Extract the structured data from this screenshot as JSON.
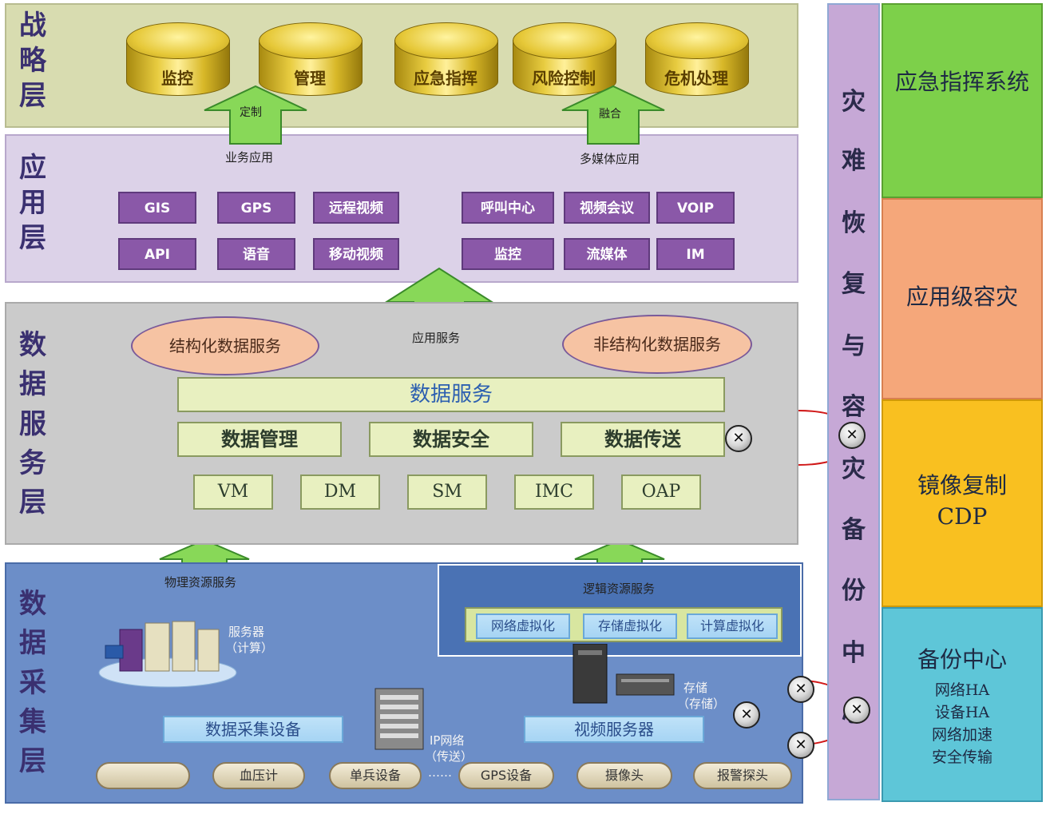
{
  "strategy_layer": {
    "title": "战略层",
    "items": [
      "监控",
      "管理",
      "应急指挥",
      "风险控制",
      "危机处理"
    ],
    "arrow_left": "定制",
    "arrow_right": "融合"
  },
  "application_layer": {
    "title": "应用层",
    "label_business": "业务应用",
    "label_multimedia": "多媒体应用",
    "row1": [
      "GIS",
      "GPS",
      "远程视频",
      "呼叫中心",
      "视频会议",
      "VOIP"
    ],
    "row2": [
      "API",
      "语音",
      "移动视频",
      "监控",
      "流媒体",
      "IM"
    ],
    "arrow_label": "应用服务"
  },
  "data_service_layer": {
    "title": "数据服务层",
    "structured": "结构化数据服务",
    "unstructured": "非结构化数据服务",
    "data_service": "数据服务",
    "mid": [
      "数据管理",
      "数据安全",
      "数据传送"
    ],
    "bottom": [
      "VM",
      "DM",
      "SM",
      "IMC",
      "OAP"
    ]
  },
  "collection_layer": {
    "title": "数据采集层",
    "physical_label": "物理资源服务",
    "logical_label": "逻辑资源服务",
    "virtualization": [
      "网络虚拟化",
      "存储虚拟化",
      "计算虚拟化"
    ],
    "server_label": "服务器",
    "server_sub": "（计算）",
    "storage_label": "存储",
    "storage_sub": "（存储）",
    "ip_label": "IP网络",
    "ip_sub": "（传送）",
    "collect_device": "数据采集设备",
    "video_server": "视频服务器",
    "devices": [
      "血压计",
      "单兵设备",
      "GPS设备",
      "摄像头",
      "报警探头"
    ],
    "ellipsis": "……"
  },
  "disaster_column": {
    "chars": [
      "灾",
      "难",
      "恢",
      "复",
      "与",
      "容",
      "灾",
      "备",
      "份",
      "中",
      "心"
    ]
  },
  "right_panel": {
    "emergency": "应急指挥系统",
    "app_dr": "应用级容灾",
    "mirror": "镜像复制",
    "cdp": "CDP",
    "backup_title": "备份中心",
    "backup_items": [
      "网络HA",
      "设备HA",
      "网络加速",
      "安全传输"
    ]
  },
  "colors": {
    "strategy_bg": "#d8dcb0",
    "app_bg": "#dcd2e8",
    "data_bg": "#cbcbcb",
    "collect_bg": "#6c8ec8",
    "green": "#7dd04a",
    "orange": "#f5a77a",
    "yellow": "#f9c020",
    "cyan": "#5ec6d8"
  }
}
